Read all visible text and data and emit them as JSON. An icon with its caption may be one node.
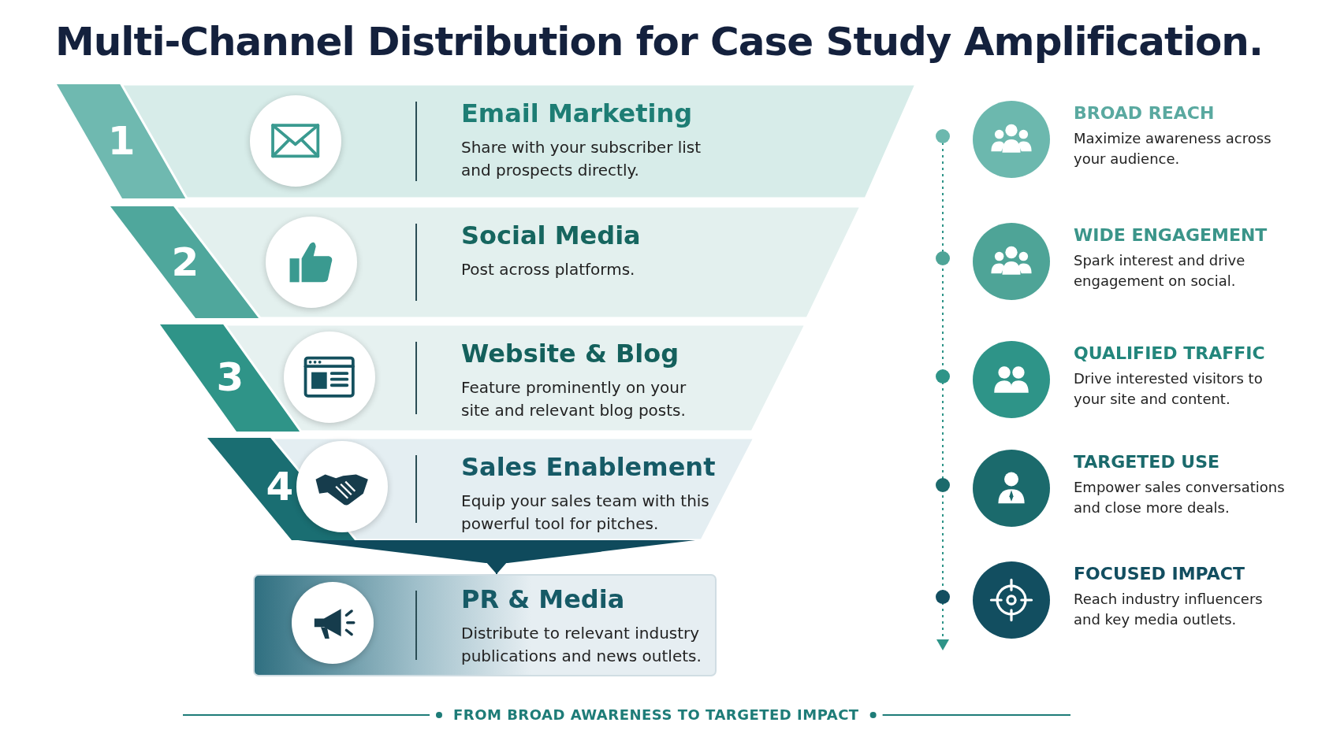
{
  "diagram": {
    "title": "Multi-Channel Distribution for Case Study Amplification.",
    "nodes": [
      {
        "text": [
          "1",
          "Email Marketing",
          "Share with your subscriber list and prospects directly."
        ]
      },
      {
        "text": [
          "2",
          "Social Media",
          "Post across platforms."
        ]
      },
      {
        "text": [
          "3",
          "Website & Blog",
          "Feature prominently on your site and relevant blog posts."
        ]
      },
      {
        "text": [
          "4",
          "Sales Enablement",
          "Equip your sales team with this powerful tool for pitches."
        ]
      },
      {
        "text": [
          "PR & Media",
          "Distribute to relevant industry publications and news outlets."
        ]
      },
      {
        "text": [
          "BROAD REACH",
          "Maximize awareness across your audience."
        ]
      },
      {
        "text": [
          "WIDE ENGAGEMENT",
          "Spark interest and drive engagement on social."
        ]
      },
      {
        "text": [
          "QUALIFIED TRAFFIC",
          "Drive interested visitors to your site and content."
        ]
      },
      {
        "text": [
          "TARGETED USE",
          "Empower sales conversations and close more deals."
        ]
      },
      {
        "text": [
          "FOCUSED IMPACT",
          "Reach industry influencers and key media outlets."
        ]
      }
    ],
    "edges": [
      {
        "from": 3,
        "to": 4,
        "arrow": "to"
      }
    ],
    "caption": "FROM BROAD AWARENESS TO TARGETED IMPACT"
  }
}
